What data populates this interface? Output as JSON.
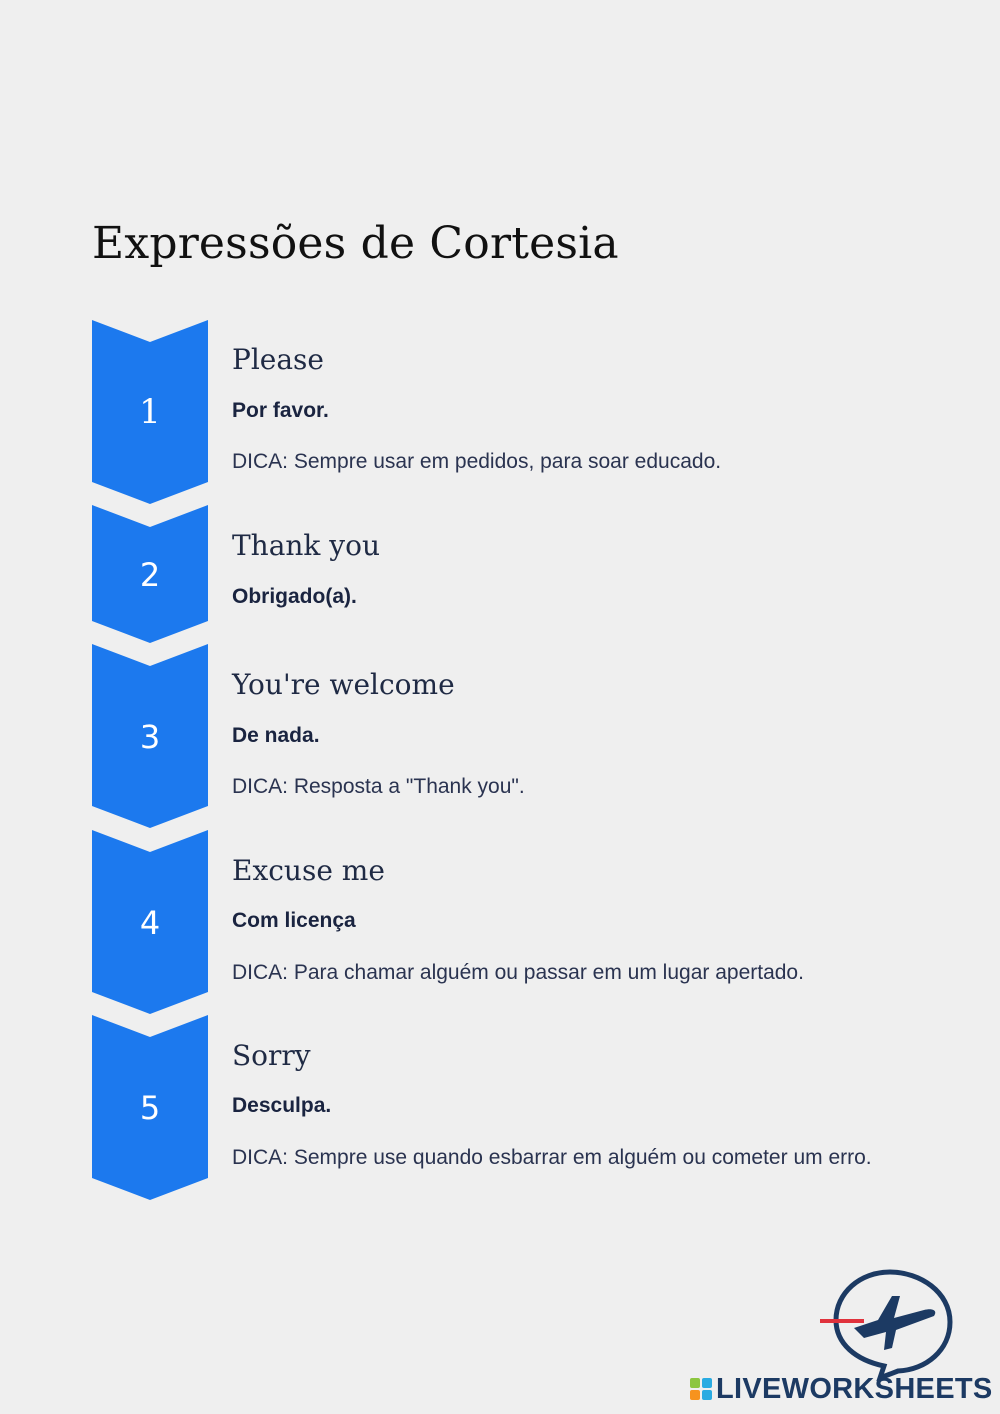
{
  "title": "Expressões de Cortesia",
  "steps": [
    {
      "number": "1",
      "phrase": "Please",
      "translation": "Por favor.",
      "tip": "DICA: Sempre usar em pedidos, para soar educado."
    },
    {
      "number": "2",
      "phrase": "Thank you",
      "translation": "Obrigado(a).",
      "tip": ""
    },
    {
      "number": "3",
      "phrase": "You're welcome",
      "translation": "De nada.",
      "tip": "DICA: Resposta a \"Thank you\"."
    },
    {
      "number": "4",
      "phrase": "Excuse me",
      "translation": "Com licença",
      "tip": "DICA: Para chamar alguém ou passar em um lugar apertado."
    },
    {
      "number": "5",
      "phrase": "Sorry",
      "translation": "Desculpa.",
      "tip": "DICA: Sempre use quando esbarrar em alguém ou cometer um erro."
    }
  ],
  "brand": {
    "name": "LIVEWORKSHEETS",
    "logo_icon": "airplane-speech-bubble-icon",
    "colors": {
      "chevron": "#1c79ee",
      "brand_navy": "#1c3a63",
      "brand_red": "#e0323c"
    }
  }
}
